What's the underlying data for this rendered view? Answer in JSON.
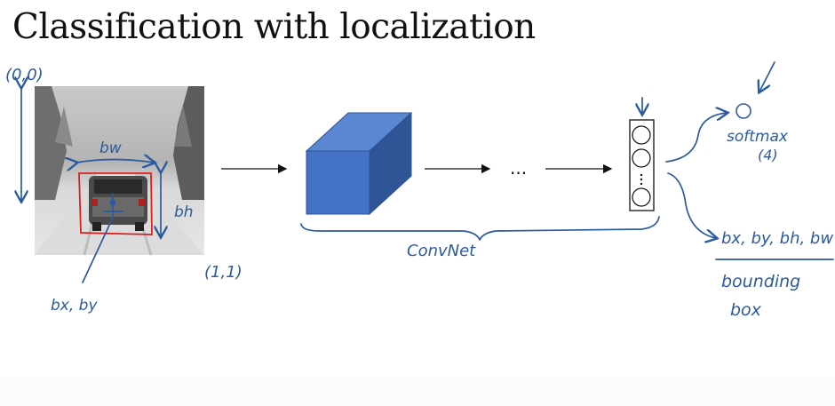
{
  "slide": {
    "title": "Classification with localization"
  },
  "annotations": {
    "origin_top_left": "(0,0)",
    "origin_bottom_right": "(1,1)",
    "width_label": "bw",
    "height_label": "bh",
    "center_label": "bx, by",
    "dots": "...",
    "convnet_label": "ConvNet",
    "softmax_label": "softmax",
    "softmax_count": "(4)",
    "bbox_outputs": "bx, by, bh, bw",
    "bbox_caption_line1": "bounding",
    "bbox_caption_line2": "box"
  },
  "colors": {
    "ink": "#2b5aa0",
    "box": "#e02020",
    "cube_front": "#4472c4",
    "cube_top": "#5b86d1",
    "cube_side": "#2f5597"
  }
}
